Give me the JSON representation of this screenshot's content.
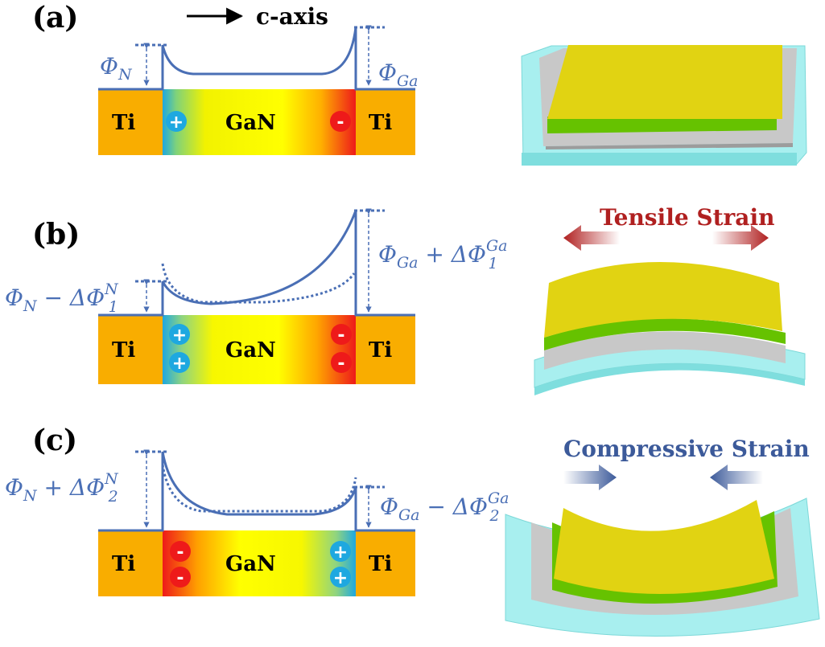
{
  "colors": {
    "band_line": "#4a6fb5",
    "metal": "#f9ad00",
    "gan_core": "#ffff00",
    "positive_charge": "#1ea8e0",
    "negative_charge": "#ee1a1a",
    "substrate": "#a8efef",
    "electrode": "#c8c8c8",
    "interlayer": "#66c200",
    "film_top": "#e1d312",
    "tensile_text": "#b02020",
    "compressive_text": "#3c5a9a"
  },
  "panels": [
    {
      "label": "(a)",
      "axis_label": "c-axis",
      "left_metal": "Ti",
      "semiconductor": "GaN",
      "right_metal": "Ti",
      "left_barrier": {
        "base": "Φ",
        "sub": "N",
        "op": "",
        "delta": "",
        "delta_sup": "",
        "delta_sub": ""
      },
      "right_barrier": {
        "base": "Φ",
        "sub": "Ga",
        "op": "",
        "delta": "",
        "delta_sup": "",
        "delta_sub": ""
      },
      "left_charges": [
        "+"
      ],
      "right_charges": [
        "-"
      ],
      "strain": "none"
    },
    {
      "label": "(b)",
      "left_metal": "Ti",
      "semiconductor": "GaN",
      "right_metal": "Ti",
      "left_barrier": {
        "base": "Φ",
        "sub": "N",
        "op": " − ",
        "delta": "ΔΦ",
        "delta_sup": "N",
        "delta_sub": "1"
      },
      "right_barrier": {
        "base": "Φ",
        "sub": "Ga",
        "op": " + ",
        "delta": "ΔΦ",
        "delta_sup": "Ga",
        "delta_sub": "1"
      },
      "left_charges": [
        "+",
        "+"
      ],
      "right_charges": [
        "-",
        "-"
      ],
      "strain": "Tensile Strain"
    },
    {
      "label": "(c)",
      "left_metal": "Ti",
      "semiconductor": "GaN",
      "right_metal": "Ti",
      "left_barrier": {
        "base": "Φ",
        "sub": "N",
        "op": " + ",
        "delta": "ΔΦ",
        "delta_sup": "N",
        "delta_sub": "2"
      },
      "right_barrier": {
        "base": "Φ",
        "sub": "Ga",
        "op": " − ",
        "delta": "ΔΦ",
        "delta_sup": "Ga",
        "delta_sub": "2"
      },
      "left_charges": [
        "-",
        "-"
      ],
      "right_charges": [
        "+",
        "+"
      ],
      "strain": "Compressive Strain"
    }
  ]
}
